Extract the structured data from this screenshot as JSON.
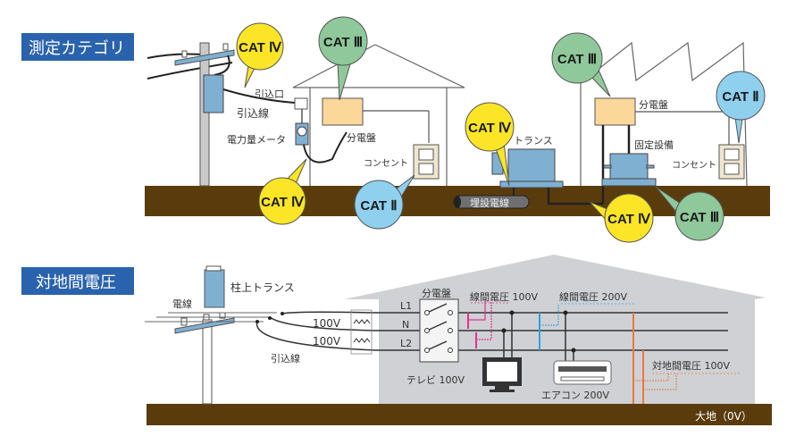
{
  "colors": {
    "header_bg": "#2a63ad",
    "ground": "#5a3c0c",
    "cat4": "#fce526",
    "cat3": "#8fc89a",
    "cat2": "#8fd0ef",
    "panel": "#fbd79a",
    "equipment": "#7fb0d2",
    "house_gray": "#cfd1d4",
    "magenta": "#e3338f",
    "cyan": "#2ea4dc",
    "orange": "#e97a3f"
  },
  "top": {
    "heading": "測定カテゴリ",
    "labels": {
      "service_entrance": "引込口",
      "service_drop": "引込線",
      "meter": "電力量メータ",
      "panel_house": "分電盤",
      "outlet_house": "コンセント",
      "buried_cable": "埋設電線",
      "transformer": "トランス",
      "panel_factory": "分電盤",
      "fixed_equipment": "固定設備",
      "outlet_factory": "コンセント"
    },
    "bubbles": [
      {
        "id": "pole",
        "label": "CAT Ⅳ",
        "category": "cat4"
      },
      {
        "id": "house-panel",
        "label": "CAT Ⅲ",
        "category": "cat3"
      },
      {
        "id": "meter",
        "label": "CAT Ⅳ",
        "category": "cat4"
      },
      {
        "id": "house-outlet",
        "label": "CAT Ⅱ",
        "category": "cat2"
      },
      {
        "id": "transformer",
        "label": "CAT Ⅳ",
        "category": "cat4"
      },
      {
        "id": "factory-panel",
        "label": "CAT Ⅲ",
        "category": "cat3"
      },
      {
        "id": "factory-outlet",
        "label": "CAT Ⅱ",
        "category": "cat2"
      },
      {
        "id": "buried-cable",
        "label": "CAT Ⅳ",
        "category": "cat4"
      },
      {
        "id": "fixed-equipment",
        "label": "CAT Ⅲ",
        "category": "cat3"
      }
    ]
  },
  "bottom": {
    "heading": "対地間電圧",
    "labels": {
      "wire": "電線",
      "pole_transformer": "柱上トランス",
      "volt1": "100V",
      "volt2": "100V",
      "service_drop": "引込線",
      "panel": "分電盤",
      "L1": "L1",
      "N": "N",
      "L2": "L2",
      "line_voltage_100": "線間電圧 100V",
      "line_voltage_200": "線間電圧 200V",
      "tv": "テレビ 100V",
      "aircon": "エアコン 200V",
      "ground_voltage": "対地間電圧 100V",
      "earth": "大地（0V）"
    }
  }
}
